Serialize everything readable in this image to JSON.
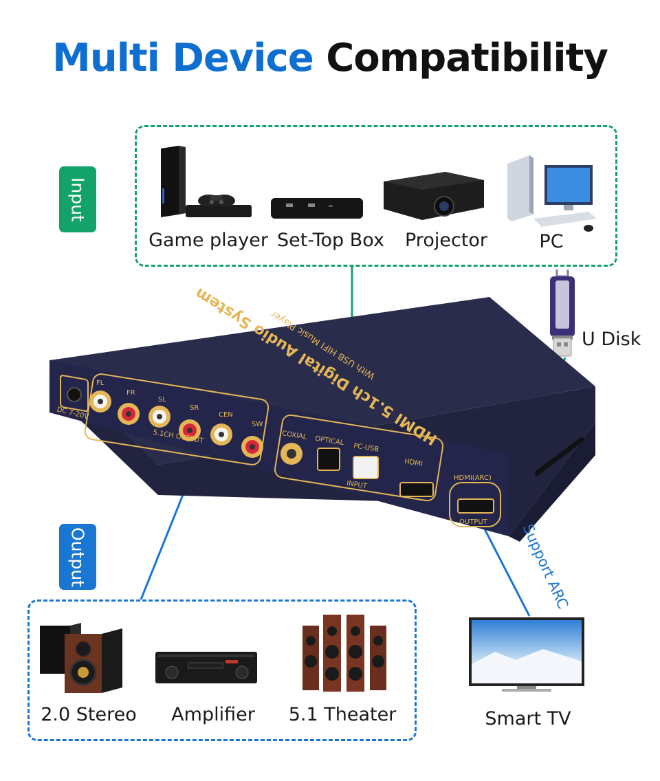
{
  "title": {
    "part1": "Multi Device",
    "part2": "Compatibility"
  },
  "colors": {
    "input": "#13a36a",
    "output": "#1976d2",
    "title_blue": "#0f6fd0",
    "device_body": "#222440",
    "gold": "#e5b657"
  },
  "input": {
    "tag": "Input",
    "devices": [
      "Game player",
      "Set-Top Box",
      "Projector",
      "PC"
    ]
  },
  "udisk": {
    "label": "U Disk"
  },
  "output": {
    "tag": "Output",
    "devices": [
      "2.0 Stereo",
      "Amplifier",
      "5.1 Theater"
    ]
  },
  "tv": {
    "label": "Smart TV",
    "arc_note": "Support ARC"
  },
  "device": {
    "top_text": "HDMI 5.1ch Digital Audio System",
    "sub_text": "With USB HIFI Music Player",
    "dc_label": "DC 7-20V",
    "rca_labels": [
      "FL",
      "FR",
      "SL",
      "SR",
      "CEN",
      "SW"
    ],
    "output_group": "5.1CH OUTPUT",
    "input_labels": [
      "COXIAL",
      "OPTICAL",
      "PC-USB",
      "HDMI"
    ],
    "input_group": "INPUT",
    "arc_label": "HDMI(ARC)",
    "arc_group": "OUTPUT"
  }
}
